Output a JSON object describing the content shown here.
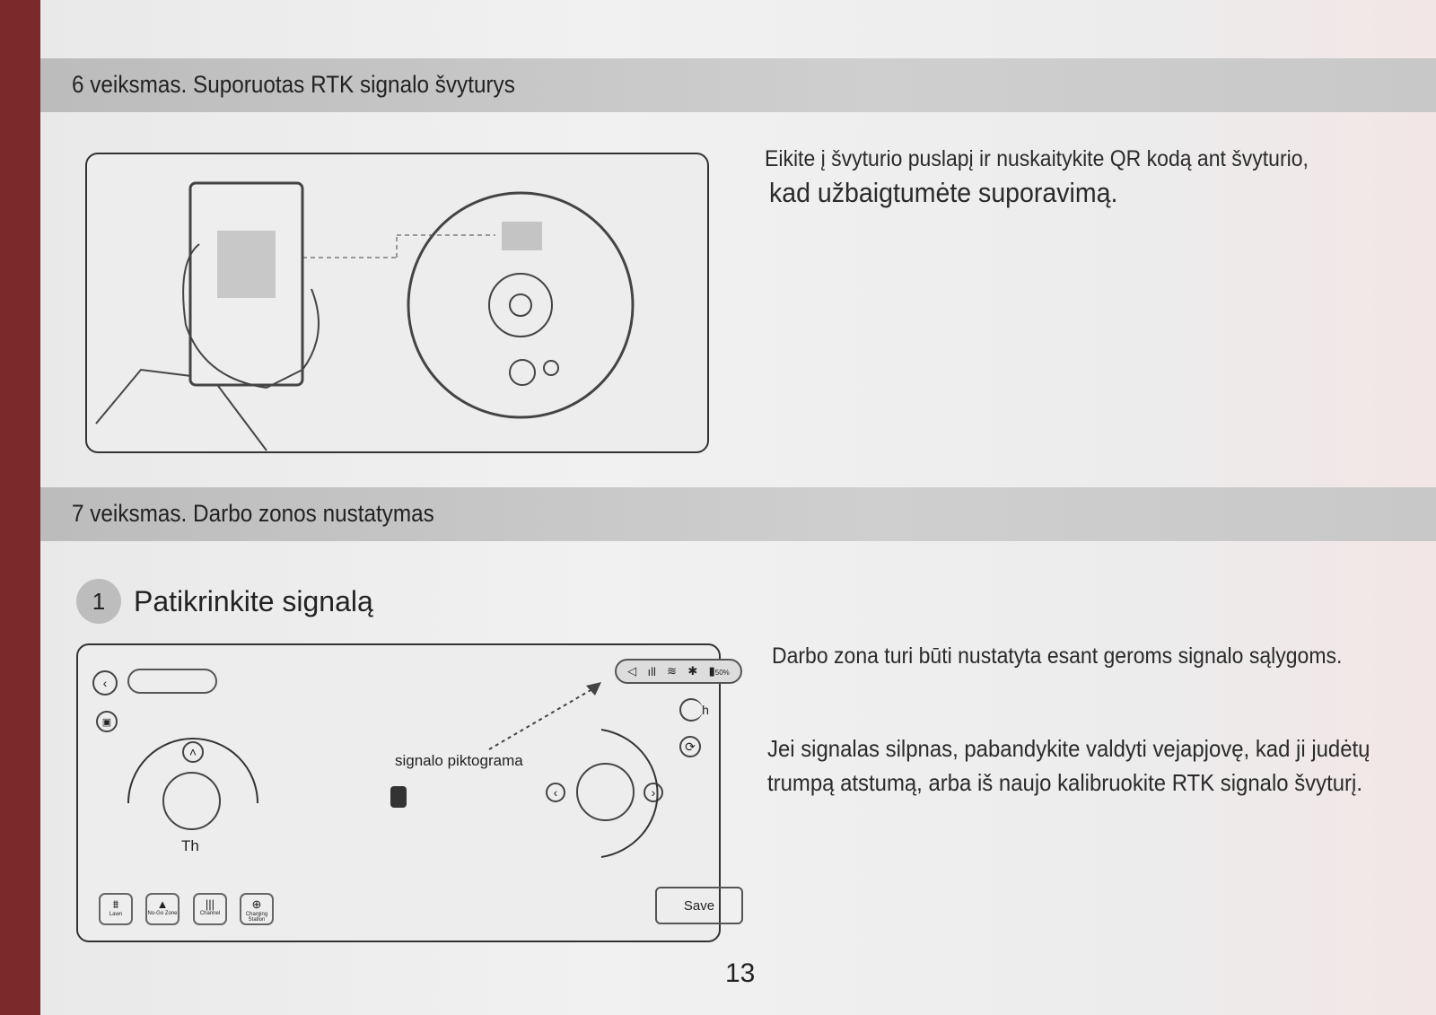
{
  "section6": {
    "title": "6 veiksmas. Suporuotas RTK signalo švyturys",
    "text_line1": "Eikite į švyturio puslapį ir nuskaitykite QR kodą ant švyturio,",
    "text_line2": "kad užbaigtumėte suporavimą."
  },
  "section7": {
    "title": "7 veiksmas. Darbo zonos nustatymas",
    "step_number": "1",
    "step_title": "Patikrinkite signalą",
    "para1": "Darbo zona turi būti nustatyta esant geroms signalo sąlygoms.",
    "para2": "Jei signalas silpnas, pabandykite valdyti vejapjovę, kad ji judėtų trumpą atstumą, arba iš naujo kalibruokite RTK signalo švyturį."
  },
  "app": {
    "signal_label": "signalo piktograma",
    "battery": "50%",
    "save": "Save",
    "joystick_label": "Th",
    "side_label": "h",
    "tools": [
      {
        "icon": "lawn",
        "label": "Lawn"
      },
      {
        "icon": "no-go",
        "label": "No-Go Zone"
      },
      {
        "icon": "channel",
        "label": "Channel"
      },
      {
        "icon": "charging",
        "label": "Charging Station"
      }
    ]
  },
  "page_number": "13"
}
